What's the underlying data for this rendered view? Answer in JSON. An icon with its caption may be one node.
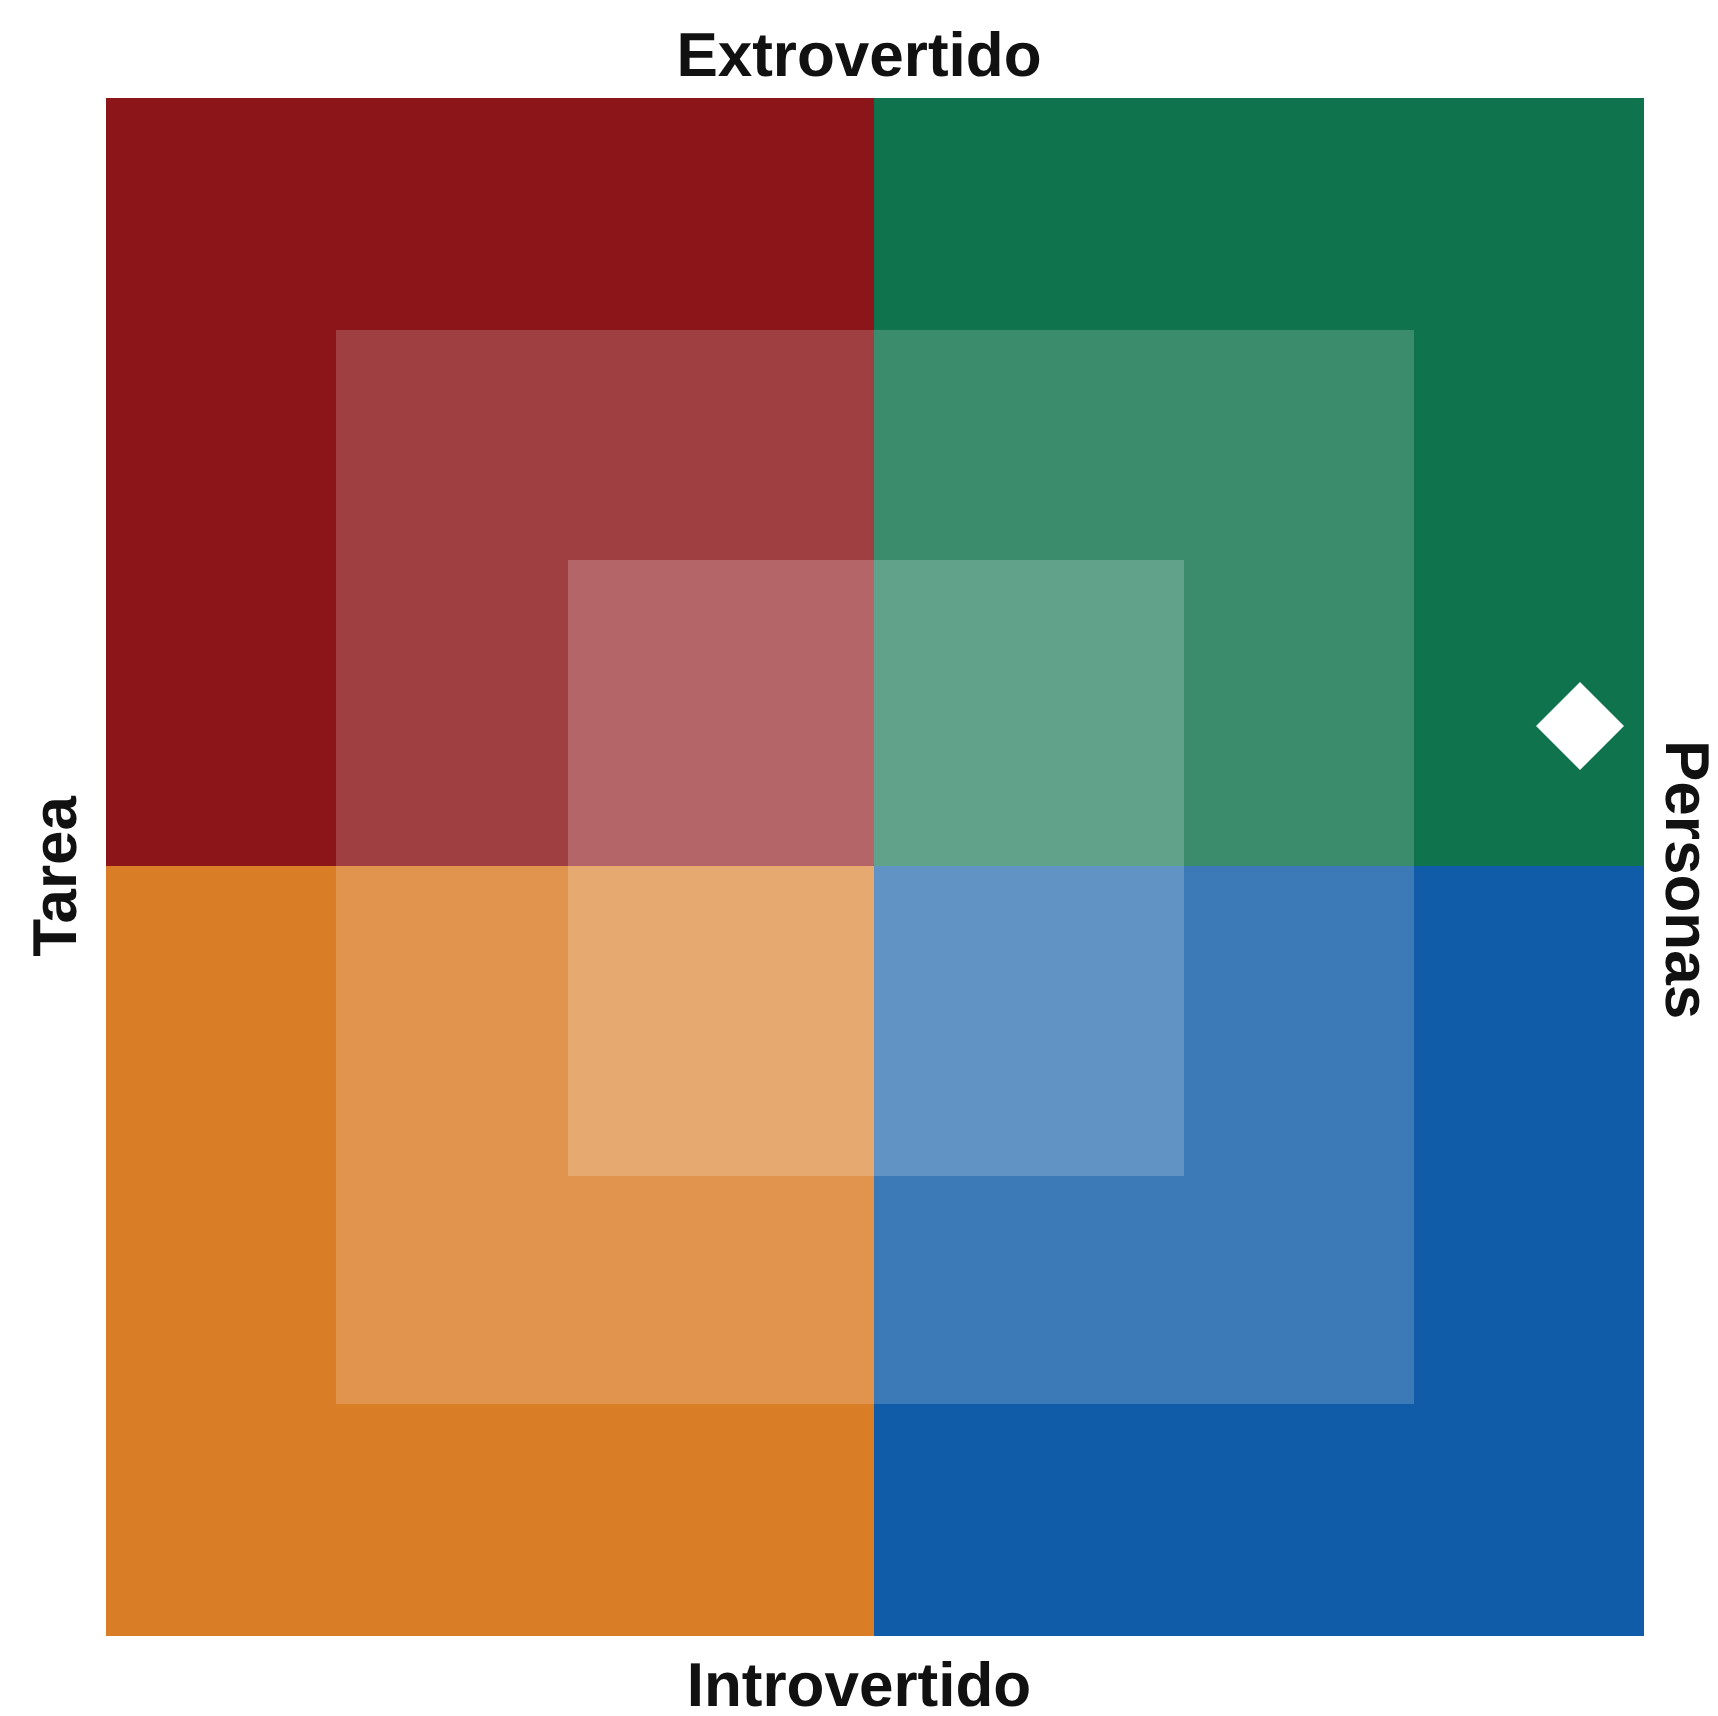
{
  "diagram": {
    "labels": [
      "Extrovertido",
      "Tarea",
      "Personas",
      "Introvertido"
    ]
  }
}
